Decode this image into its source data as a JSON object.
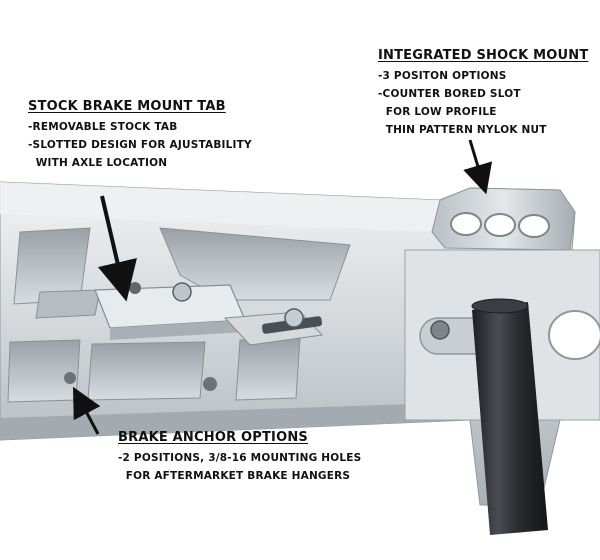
{
  "callouts": {
    "shock_mount": {
      "heading": "INTEGRATED SHOCK MOUNT",
      "lines": [
        "-3 POSITON OPTIONS",
        "-COUNTER BORED SLOT",
        "  FOR LOW PROFILE",
        "  THIN PATTERN NYLOK NUT"
      ]
    },
    "brake_tab": {
      "heading": "STOCK BRAKE MOUNT TAB",
      "lines": [
        "-REMOVABLE STOCK TAB",
        "-SLOTTED DESIGN FOR AJUSTABILITY",
        "  WITH AXLE LOCATION"
      ]
    },
    "brake_anchor": {
      "heading": "BRAKE ANCHOR OPTIONS",
      "lines": [
        "-2 POSITIONS, 3/8-16 MOUNTING HOLES",
        "  FOR AFTERMARKET BRAKE HANGERS"
      ]
    }
  },
  "colors": {
    "background": "#ffffff",
    "aluminum_light": "#e9ecee",
    "aluminum_mid": "#c4c9cd",
    "aluminum_dark": "#8f979d",
    "shock_tube": "#2b2d30",
    "arrow": "#111111",
    "text": "#111111"
  }
}
